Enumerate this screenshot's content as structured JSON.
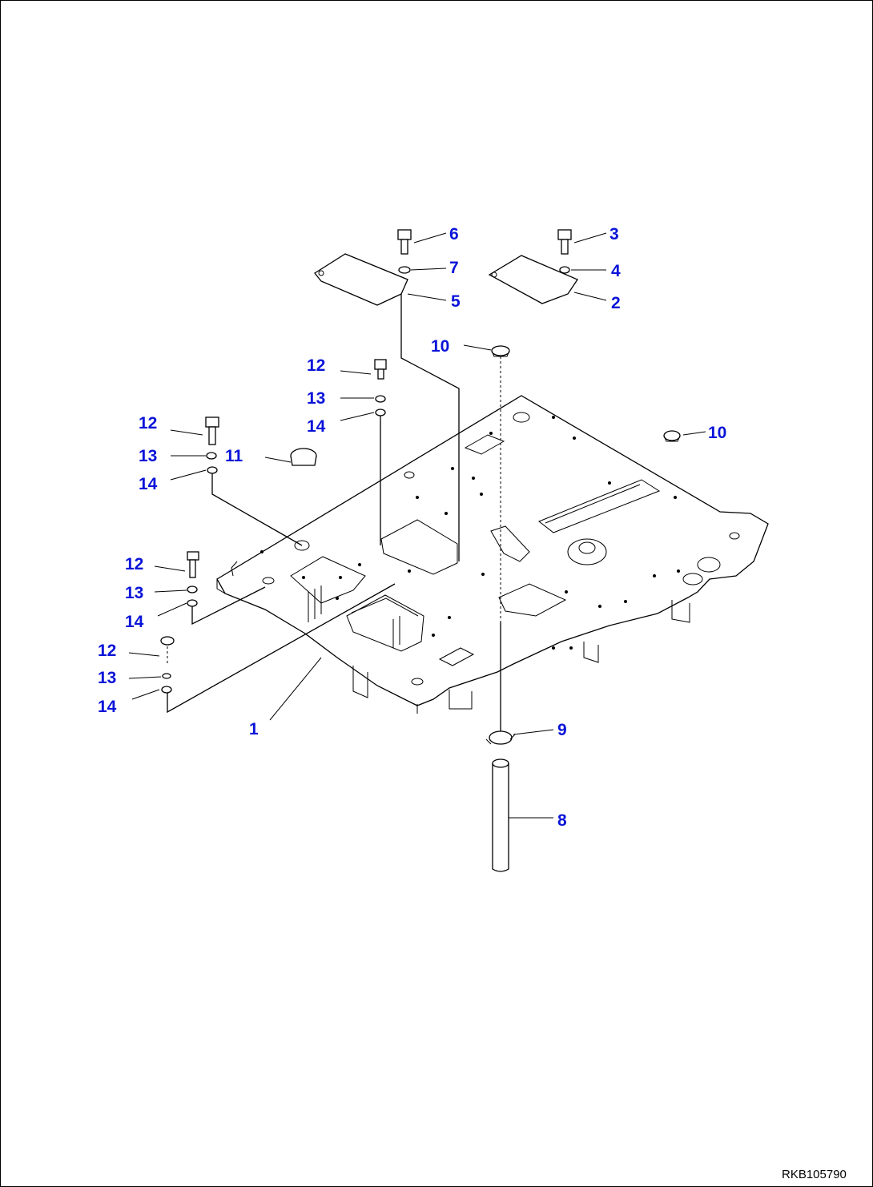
{
  "drawing_code": "RKB105790",
  "callouts": [
    {
      "id": "c1",
      "label": "1"
    },
    {
      "id": "c2",
      "label": "2"
    },
    {
      "id": "c3",
      "label": "3"
    },
    {
      "id": "c4",
      "label": "4"
    },
    {
      "id": "c5",
      "label": "5"
    },
    {
      "id": "c6",
      "label": "6"
    },
    {
      "id": "c7",
      "label": "7"
    },
    {
      "id": "c8",
      "label": "8"
    },
    {
      "id": "c9",
      "label": "9"
    },
    {
      "id": "c10a",
      "label": "10"
    },
    {
      "id": "c10b",
      "label": "10"
    },
    {
      "id": "c11",
      "label": "11"
    },
    {
      "id": "c12a",
      "label": "12"
    },
    {
      "id": "c13a",
      "label": "13"
    },
    {
      "id": "c14a",
      "label": "14"
    },
    {
      "id": "c12b",
      "label": "12"
    },
    {
      "id": "c13b",
      "label": "13"
    },
    {
      "id": "c14b",
      "label": "14"
    },
    {
      "id": "c12c",
      "label": "12"
    },
    {
      "id": "c13c",
      "label": "13"
    },
    {
      "id": "c14c",
      "label": "14"
    },
    {
      "id": "c12d",
      "label": "12"
    },
    {
      "id": "c13d",
      "label": "13"
    },
    {
      "id": "c14d",
      "label": "14"
    }
  ]
}
